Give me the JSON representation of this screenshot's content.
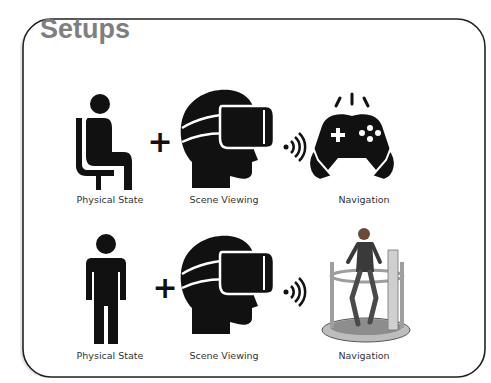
{
  "diagram": {
    "title": "Setups",
    "labels": [
      "Physical State",
      "Scene Viewing",
      "Navigation",
      "Physical State",
      "Scene Viewing",
      "Navigation"
    ]
  }
}
